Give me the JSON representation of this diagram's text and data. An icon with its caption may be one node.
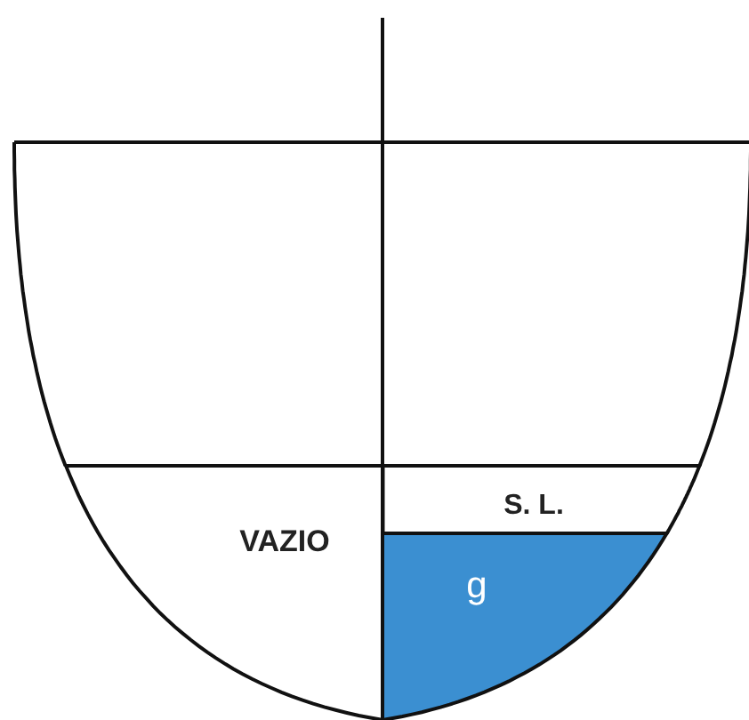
{
  "diagram": {
    "nodes": [
      {
        "text": [
          "VAZIO"
        ]
      },
      {
        "text": [
          "S. L."
        ]
      },
      {
        "text": [
          "g"
        ]
      }
    ]
  }
}
